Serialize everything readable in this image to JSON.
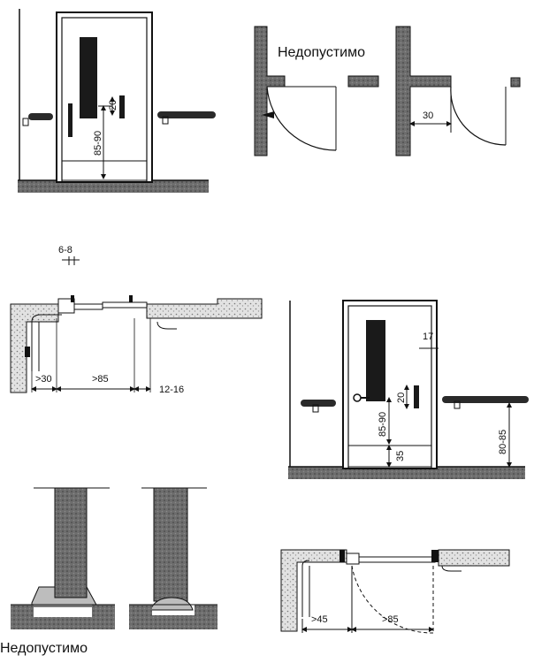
{
  "labels": {
    "forbidden_top": "Недопустимо",
    "forbidden_bottom": "Недопустимо"
  },
  "dimensions": {
    "d_20_a": "20",
    "d_85_90_a": "85-90",
    "d_30": "30",
    "d_6_8": "6-8",
    "d_gt30": ">30",
    "d_gt85_a": ">85",
    "d_12_16": "12-16",
    "d_17": "17",
    "d_20_b": "20",
    "d_85_90_b": "85-90",
    "d_35": "35",
    "d_80_85": "80-85",
    "d_gt45": ">45",
    "d_gt85_b": ">85"
  },
  "colors": {
    "ink": "#111111",
    "wall": "#6a6a6a",
    "wall_dark": "#3a3a3a",
    "floor": "#8c8c8c",
    "speckle": "#d8d8d8"
  }
}
